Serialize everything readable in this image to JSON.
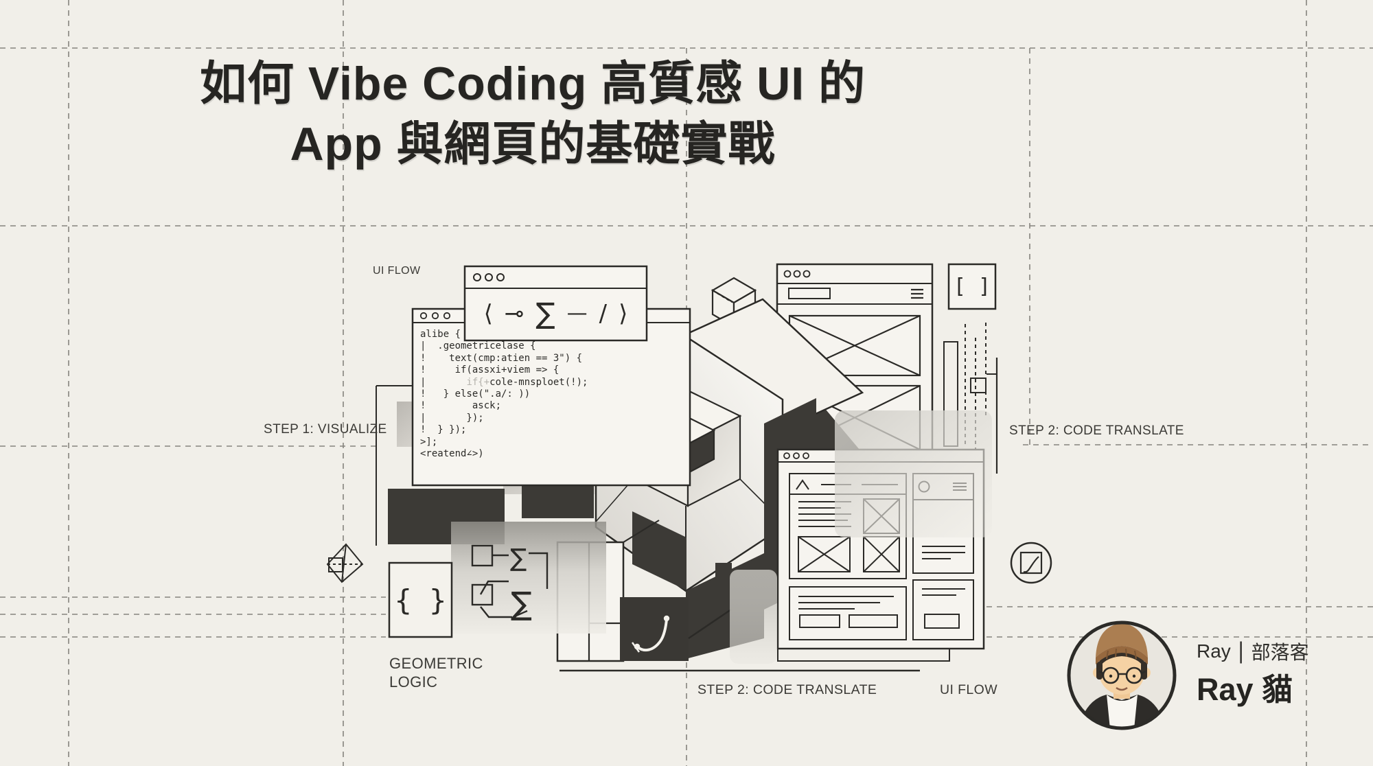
{
  "colors": {
    "background": "#f1efe9",
    "ink": "#2b2a27",
    "dark_shape": "#3c3a36",
    "dim_code": "#b5b3ad",
    "paper": "#f7f5f0",
    "beanie": "#ab7e51",
    "skin": "#f5d2a4"
  },
  "title": {
    "line1": "如何 Vibe Coding 高質感 UI 的",
    "line2": "App 與網頁的基礎實戰"
  },
  "labels": {
    "ui_flow_top": "UI FLOW",
    "step1": "STEP 1: VISUALIZE",
    "step2_right": "STEP 2: CODE TRANSLATE",
    "step2_bottom": "STEP 2: CODE TRANSLATE",
    "ui_flow_bottom": "UI FLOW",
    "geo_line1": "GEOMETRIC",
    "geo_line2": "LOGIC"
  },
  "code_window": {
    "lines": [
      [
        {
          "t": "alibe {"
        }
      ],
      [
        {
          "t": "|  .geometricelase {"
        }
      ],
      [
        {
          "t": "!    text(cmp:atien == 3\") {"
        }
      ],
      [
        {
          "t": "!     if(assxi+viem => {"
        }
      ],
      [
        {
          "t": "|       "
        },
        {
          "t": "if{+",
          "dim": true
        },
        {
          "t": "cole-mnsploet(!);"
        }
      ],
      [
        {
          "t": "!   } else(\".a/: ))"
        }
      ],
      [
        {
          "t": "!        asck;"
        }
      ],
      [
        {
          "t": "|       });"
        }
      ],
      [
        {
          "t": "!  } });"
        }
      ],
      [
        {
          "t": ">];"
        }
      ],
      [
        {
          "t": "<reatend∠>)"
        }
      ]
    ]
  },
  "formula": {
    "symbols": [
      "⟨",
      "⊸",
      "∑",
      "—",
      "/",
      "⟩"
    ]
  },
  "glyphs": {
    "braces": "{ }",
    "brackets": "[ ]"
  },
  "author": {
    "handle": "Ray",
    "separator": "|",
    "role": "部落客",
    "name": "Ray 貓"
  }
}
